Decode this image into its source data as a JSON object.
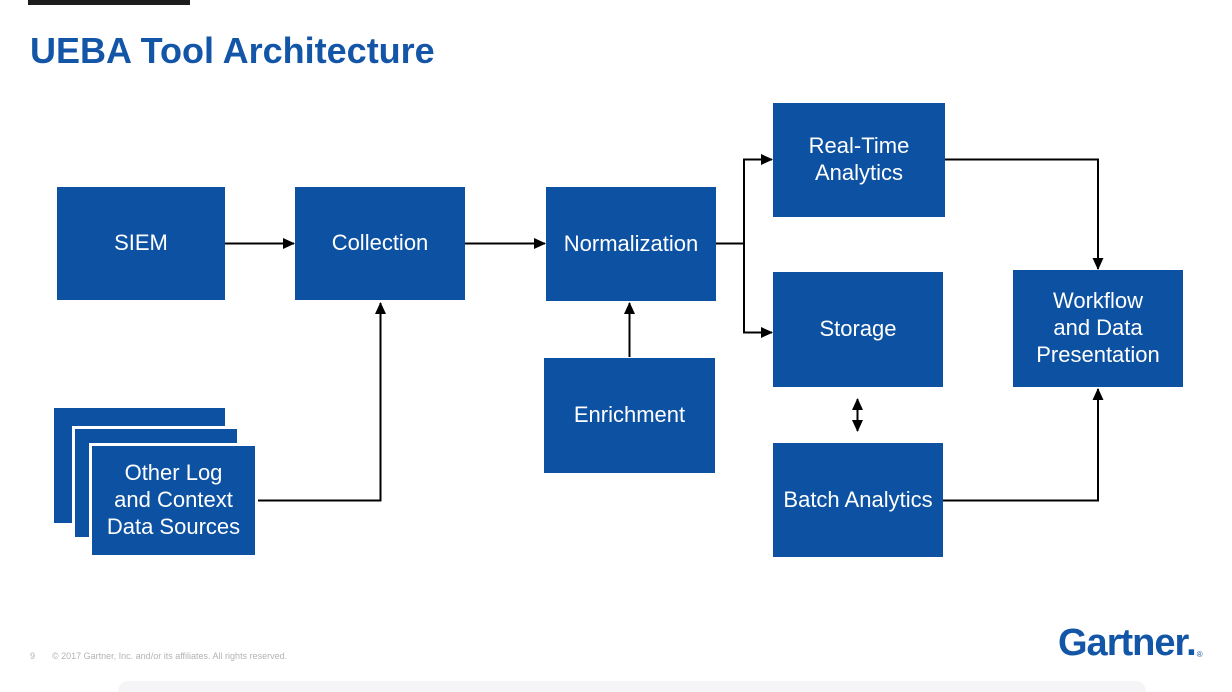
{
  "slide": {
    "title": "UEBA Tool Architecture",
    "page_number": "9",
    "copyright": "© 2017 Gartner, Inc. and/or its affiliates. All rights reserved.",
    "logo_text": "Gartner.",
    "logo_reg": "®"
  },
  "colors": {
    "box_fill": "#0c51a2",
    "title_blue": "#1355a6",
    "logo_blue": "#1355a6",
    "arrow": "#000000",
    "footer_gray": "#b3b3b3"
  },
  "diagram": {
    "boxes": {
      "siem": {
        "label": "SIEM"
      },
      "collection": {
        "label": "Collection"
      },
      "normalization": {
        "label": "Normalization"
      },
      "enrichment": {
        "label": "Enrichment"
      },
      "real_time_analytics": {
        "line1": "Real-Time",
        "line2": "Analytics"
      },
      "storage": {
        "label": "Storage"
      },
      "batch_analytics": {
        "label": "Batch Analytics"
      },
      "workflow": {
        "line1": "Workflow",
        "line2": "and Data",
        "line3": "Presentation"
      },
      "other_sources": {
        "line1": "Other Log",
        "line2": "and Context",
        "line3": "Data Sources"
      }
    },
    "edges": [
      {
        "from": "siem",
        "to": "collection",
        "type": "arrow"
      },
      {
        "from": "other_sources",
        "to": "collection",
        "type": "arrow"
      },
      {
        "from": "collection",
        "to": "normalization",
        "type": "arrow"
      },
      {
        "from": "enrichment",
        "to": "normalization",
        "type": "arrow"
      },
      {
        "from": "normalization",
        "to": "real_time_analytics",
        "type": "arrow"
      },
      {
        "from": "normalization",
        "to": "storage",
        "type": "arrow"
      },
      {
        "from": "storage",
        "to": "batch_analytics",
        "type": "double-arrow"
      },
      {
        "from": "real_time_analytics",
        "to": "workflow",
        "type": "arrow"
      },
      {
        "from": "batch_analytics",
        "to": "workflow",
        "type": "arrow"
      }
    ]
  }
}
